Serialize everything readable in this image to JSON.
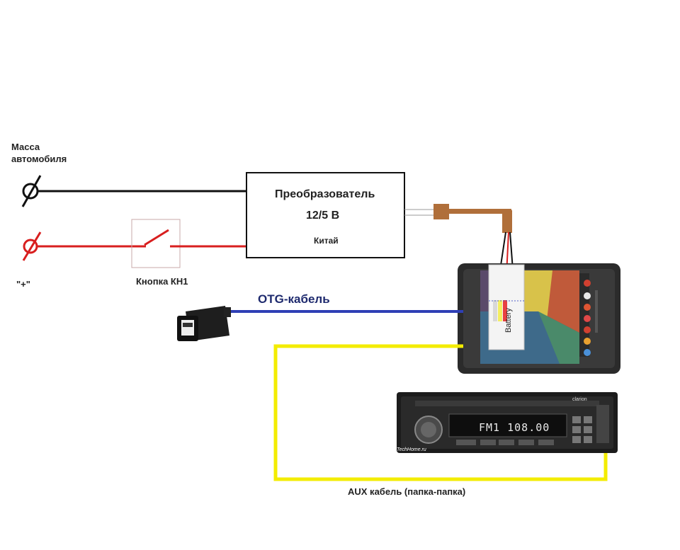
{
  "ground": {
    "line1": "Масса",
    "line2": "автомобиля"
  },
  "plus_terminal": {
    "label": "\"+\""
  },
  "button": {
    "label": "Кнопка КН1"
  },
  "converter": {
    "title": "Преобразователь",
    "voltage": "12/5 В",
    "origin": "Китай"
  },
  "otg": {
    "label": "OTG-кабель"
  },
  "aux": {
    "label": "AUX кабель (папка-папка)"
  },
  "radio": {
    "display": "FM1 108.00",
    "brand": "clarion",
    "watermark": "TechHome.ru"
  },
  "tablet": {
    "battery_label": "Battery"
  },
  "colors": {
    "ground_wire": "#111111",
    "plus_wire": "#d81e1e",
    "otg_wire": "#2e3fb5",
    "aux_wire": "#f3ec00",
    "copper_wire": "#b06f3a"
  }
}
